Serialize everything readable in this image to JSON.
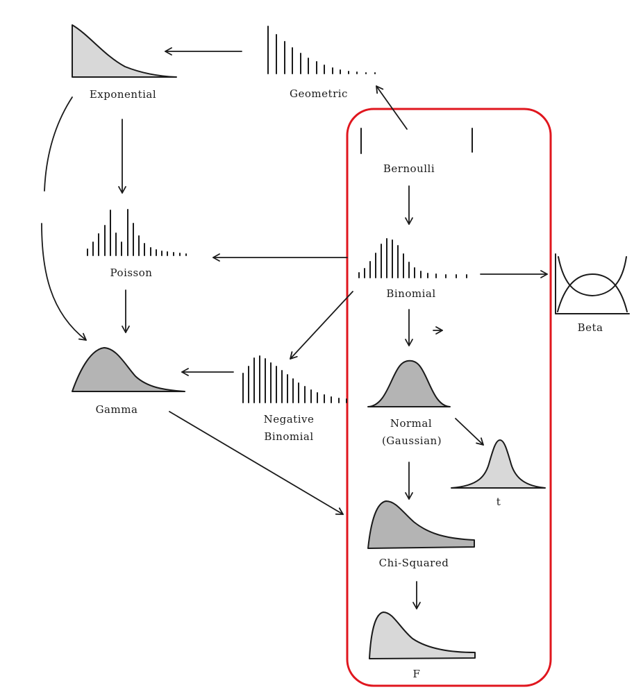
{
  "labels": {
    "exponential": "Exponential",
    "geometric": "Geometric",
    "bernoulli": "Bernoulli",
    "poisson": "Poisson",
    "binomial": "Binomial",
    "beta": "Beta",
    "gamma": "Gamma",
    "negative_binomial_line1": "Negative",
    "negative_binomial_line2": "Binomial",
    "normal_line1": "Normal",
    "normal_line2": "(Gaussian)",
    "t": "t",
    "chi_squared": "Chi-Squared",
    "f": "F"
  },
  "colors": {
    "highlight": "#e0161e",
    "light_fill": "#d8d8d8",
    "dark_fill": "#b4b4b4",
    "ink": "#1a1a1a"
  },
  "highlighted_group": [
    "Bernoulli",
    "Binomial",
    "Normal (Gaussian)",
    "Chi-Squared",
    "F"
  ],
  "relations": [
    {
      "from": "Geometric",
      "to": "Exponential"
    },
    {
      "from": "Bernoulli",
      "to": "Geometric"
    },
    {
      "from": "Exponential",
      "to": "Poisson"
    },
    {
      "from": "Exponential",
      "to": "Gamma"
    },
    {
      "from": "Bernoulli",
      "to": "Binomial"
    },
    {
      "from": "Binomial",
      "to": "Poisson"
    },
    {
      "from": "Binomial",
      "to": "Beta"
    },
    {
      "from": "Poisson",
      "to": "Gamma"
    },
    {
      "from": "Binomial",
      "to": "Negative Binomial"
    },
    {
      "from": "Binomial",
      "to": "Normal (Gaussian)"
    },
    {
      "from": "Negative Binomial",
      "to": "Gamma"
    },
    {
      "from": "Normal (Gaussian)",
      "to": "t"
    },
    {
      "from": "Normal (Gaussian)",
      "to": "Chi-Squared"
    },
    {
      "from": "Gamma",
      "to": "Chi-Squared"
    },
    {
      "from": "Chi-Squared",
      "to": "F"
    }
  ]
}
